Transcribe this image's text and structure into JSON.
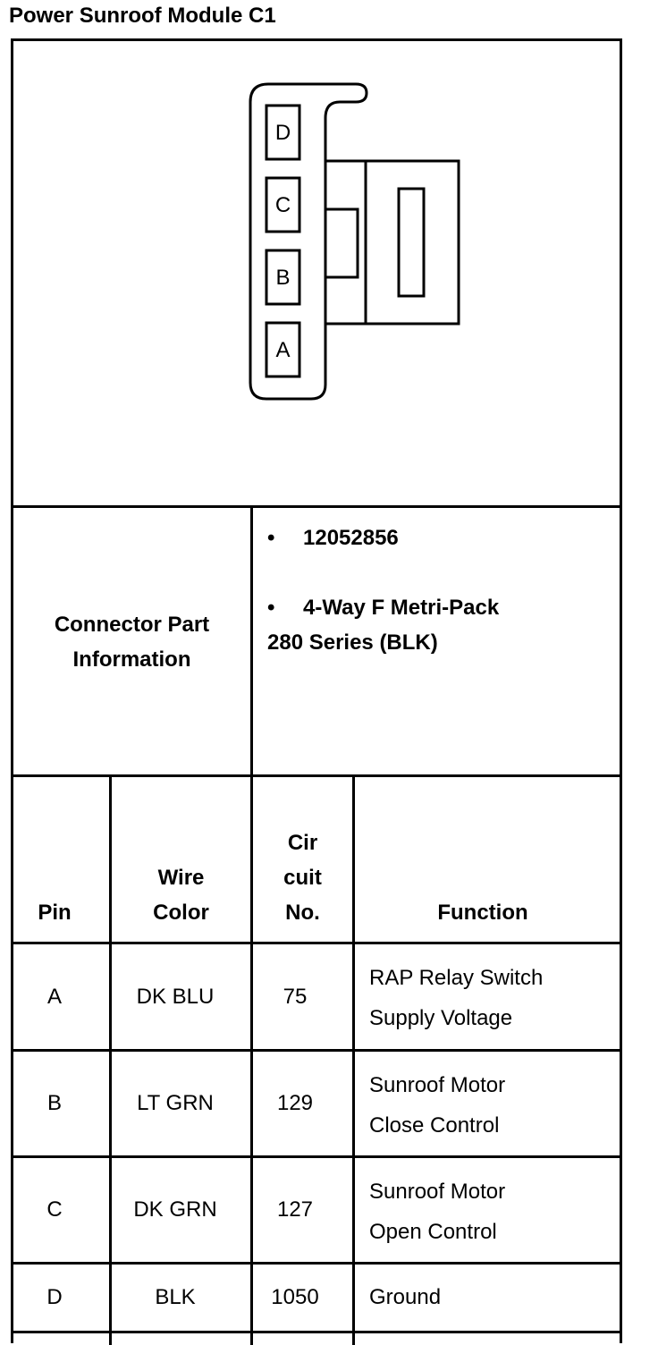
{
  "title": "Power Sunroof Module C1",
  "connector": {
    "pins_top_to_bottom": [
      "D",
      "C",
      "B",
      "A"
    ]
  },
  "part_info": {
    "label_line1": "Connector Part",
    "label_line2": "Information",
    "part_number": "12052856",
    "description_line1": "4-Way F Metri-Pack",
    "description_line2": "280 Series (BLK)",
    "bullet": "•"
  },
  "table": {
    "headers": {
      "pin": "Pin",
      "wire_color_line1": "Wire",
      "wire_color_line2": "Color",
      "circuit_line1": "Cir",
      "circuit_line2": "cuit",
      "circuit_line3": "No.",
      "function": "Function"
    },
    "rows": [
      {
        "pin": "A",
        "wire_color": "DK BLU",
        "circuit": "75",
        "function_line1": "RAP Relay Switch",
        "function_line2": "Supply Voltage"
      },
      {
        "pin": "B",
        "wire_color": "LT GRN",
        "circuit": "129",
        "function_line1": "Sunroof Motor",
        "function_line2": "Close Control"
      },
      {
        "pin": "C",
        "wire_color": "DK GRN",
        "circuit": "127",
        "function_line1": "Sunroof Motor",
        "function_line2": "Open Control"
      },
      {
        "pin": "D",
        "wire_color": "BLK",
        "circuit": "1050",
        "function_line1": "Ground",
        "function_line2": ""
      }
    ]
  }
}
